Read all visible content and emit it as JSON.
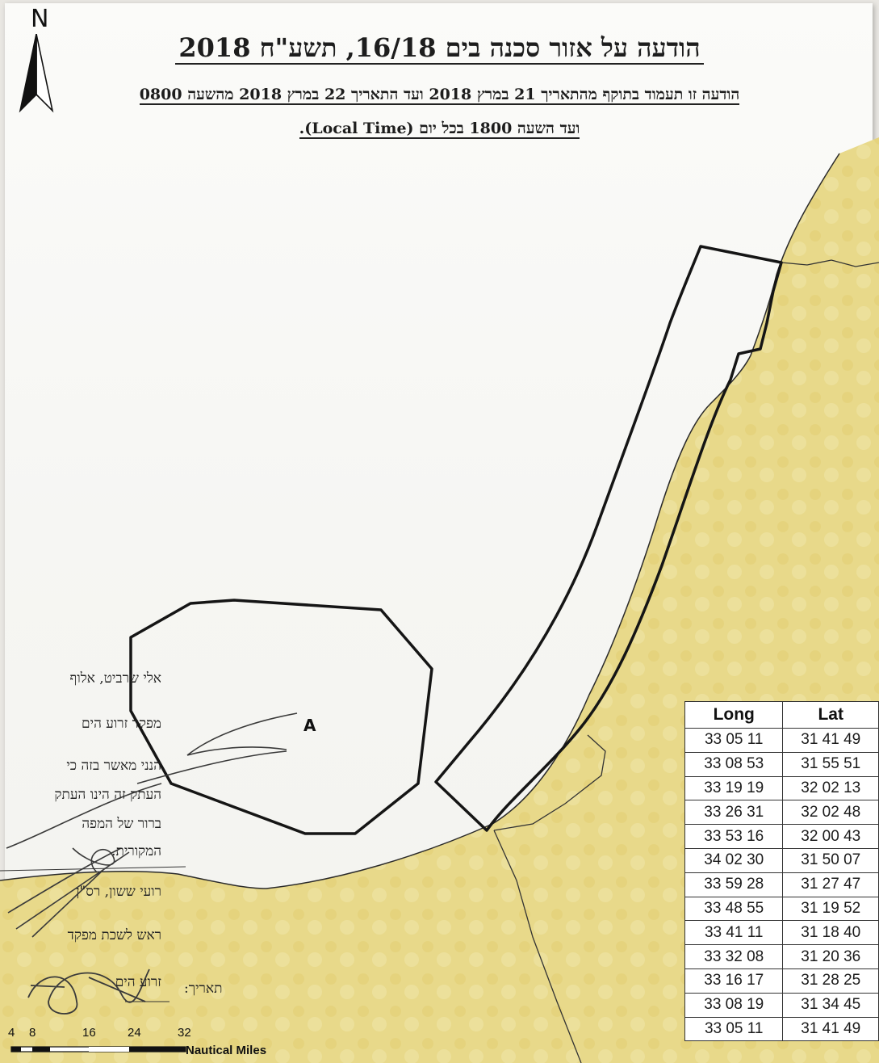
{
  "notice": {
    "title": "הודעה על אזור סכנה בים 16/18, תשע\"ח 2018",
    "validity": "הודעה זו תעמוד בתוקף מהתאריך 21 במרץ 2018 ועד התאריך 22 במרץ 2018 מהשעה 0800",
    "hours": "ועד השעה 1800 בכל יום  (Local Time)."
  },
  "map": {
    "north_label": "N",
    "point_label": "A",
    "colors": {
      "land": "#e8d98a",
      "sea": "#f7f7f4",
      "line": "#151515"
    }
  },
  "stamp": {
    "lines": [
      "אלי שרביט, אלוף",
      "מפקד זרוע הים",
      "הנני מאשר בזה כי",
      "העתק זה הינו העתק",
      "ברור של המפה",
      "המקורית.",
      "רועי ששון, רס\"ן",
      "ראש לשכת מפקד",
      "זרוע הים"
    ],
    "date_label": "תאריך:"
  },
  "coordinates": {
    "headers": {
      "long": "Long",
      "lat": "Lat"
    },
    "rows": [
      {
        "long": "33 05 11",
        "lat": "31 41 49"
      },
      {
        "long": "33 08 53",
        "lat": "31 55 51"
      },
      {
        "long": "33 19 19",
        "lat": "32 02 13"
      },
      {
        "long": "33 26 31",
        "lat": "32 02 48"
      },
      {
        "long": "33 53 16",
        "lat": "32 00 43"
      },
      {
        "long": "34 02 30",
        "lat": "31 50 07"
      },
      {
        "long": "33 59 28",
        "lat": "31 27 47"
      },
      {
        "long": "33 48 55",
        "lat": "31 19 52"
      },
      {
        "long": "33 41 11",
        "lat": "31 18 40"
      },
      {
        "long": "33 32 08",
        "lat": "31 20 36"
      },
      {
        "long": "33 16 17",
        "lat": "31 28 25"
      },
      {
        "long": "33 08 19",
        "lat": "31 34 45"
      },
      {
        "long": "33 05 11",
        "lat": "31 41 49"
      }
    ]
  },
  "scale": {
    "ticks": [
      "4",
      "8",
      "16",
      "24",
      "32"
    ],
    "unit": "Nautical Miles"
  }
}
